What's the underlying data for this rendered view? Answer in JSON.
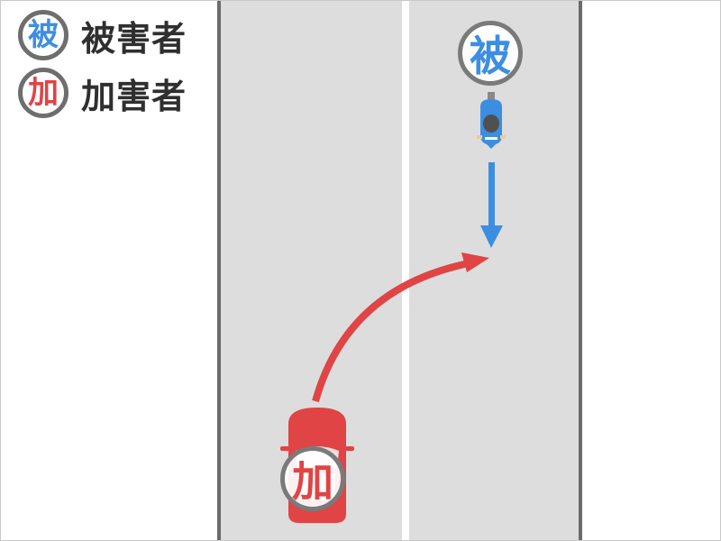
{
  "legend": {
    "items": [
      {
        "badge": "被",
        "label": "被害者",
        "color": "#3d8ee0"
      },
      {
        "badge": "加",
        "label": "加害者",
        "color": "#e04444"
      }
    ]
  },
  "scene": {
    "road_color": "#dddddd",
    "edge_line_color": "#6b6b6b",
    "center_line_color": "#ffffff",
    "victim": {
      "tag": "被",
      "vehicle": "motorcycle",
      "direction": "down",
      "color": "#3d8ee0"
    },
    "perpetrator": {
      "tag": "加",
      "vehicle": "car",
      "direction": "right-turn",
      "color": "#e04444"
    }
  }
}
